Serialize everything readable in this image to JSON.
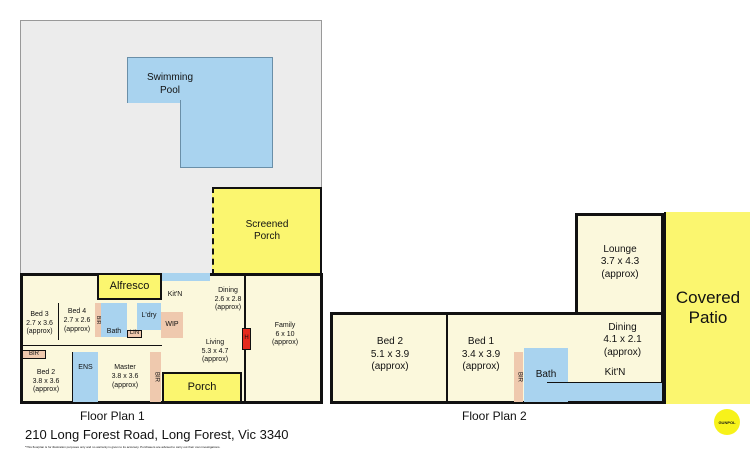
{
  "site": {
    "pool": "Swimming Pool"
  },
  "plan1": {
    "title": "Floor Plan 1",
    "screened_porch": "Screened Porch",
    "alfresco": "Alfresco",
    "kitchen": "Kit'N",
    "dining": {
      "name": "Dining",
      "dims": "2.6 x 2.8",
      "note": "(approx)"
    },
    "family": {
      "name": "Family",
      "dims": "6 x 10",
      "note": "(approx)"
    },
    "living": {
      "name": "Living",
      "dims": "5.3 x 4.7",
      "note": "(approx)"
    },
    "heater": "H",
    "bed3": {
      "name": "Bed 3",
      "dims": "2.7 x 3.6",
      "note": "(approx)"
    },
    "bed4": {
      "name": "Bed 4",
      "dims": "2.7 x 2.6",
      "note": "(approx)"
    },
    "bath": "Bath",
    "lin": "LIN",
    "laundry": "L'dry",
    "wip": "WIP",
    "bir1": "BIR",
    "bir2": "BIR",
    "bir3": "BIR",
    "bed2": {
      "name": "Bed 2",
      "dims": "3.8 x 3.6",
      "note": "(approx)"
    },
    "ens": "ENS",
    "master": {
      "name": "Master",
      "dims": "3.8 x 3.6",
      "note": "(approx)"
    },
    "porch": "Porch"
  },
  "plan2": {
    "title": "Floor Plan 2",
    "lounge": {
      "name": "Lounge",
      "dims": "3.7 x 4.3",
      "note": "(approx)"
    },
    "covered_patio": "Covered Patio",
    "bed2": {
      "name": "Bed 2",
      "dims": "5.1 x 3.9",
      "note": "(approx)"
    },
    "bed1": {
      "name": "Bed 1",
      "dims": "3.4 x 3.9",
      "note": "(approx)"
    },
    "dining": {
      "name": "Dining",
      "dims": "4.1 x 2.1",
      "note": "(approx)"
    },
    "bir": "BIR",
    "bath": "Bath",
    "kitchen": "Kit'N"
  },
  "address": "210 Long Forest Road, Long Forest, Vic 3340",
  "disclaimer": "*This floorplan is for illustration purposes only and no warranty is given to its accuracy. Purchasers are advised to carry out their own investigations.",
  "logo": "GUNPOL",
  "colors": {
    "yard": "#ececec",
    "pool": "#a9d3ef",
    "outdoor": "#fbf66f",
    "room": "#fbf8dc",
    "wet": "#a9d3ef",
    "storage": "#efc9ae",
    "heater": "#e52b1e"
  }
}
